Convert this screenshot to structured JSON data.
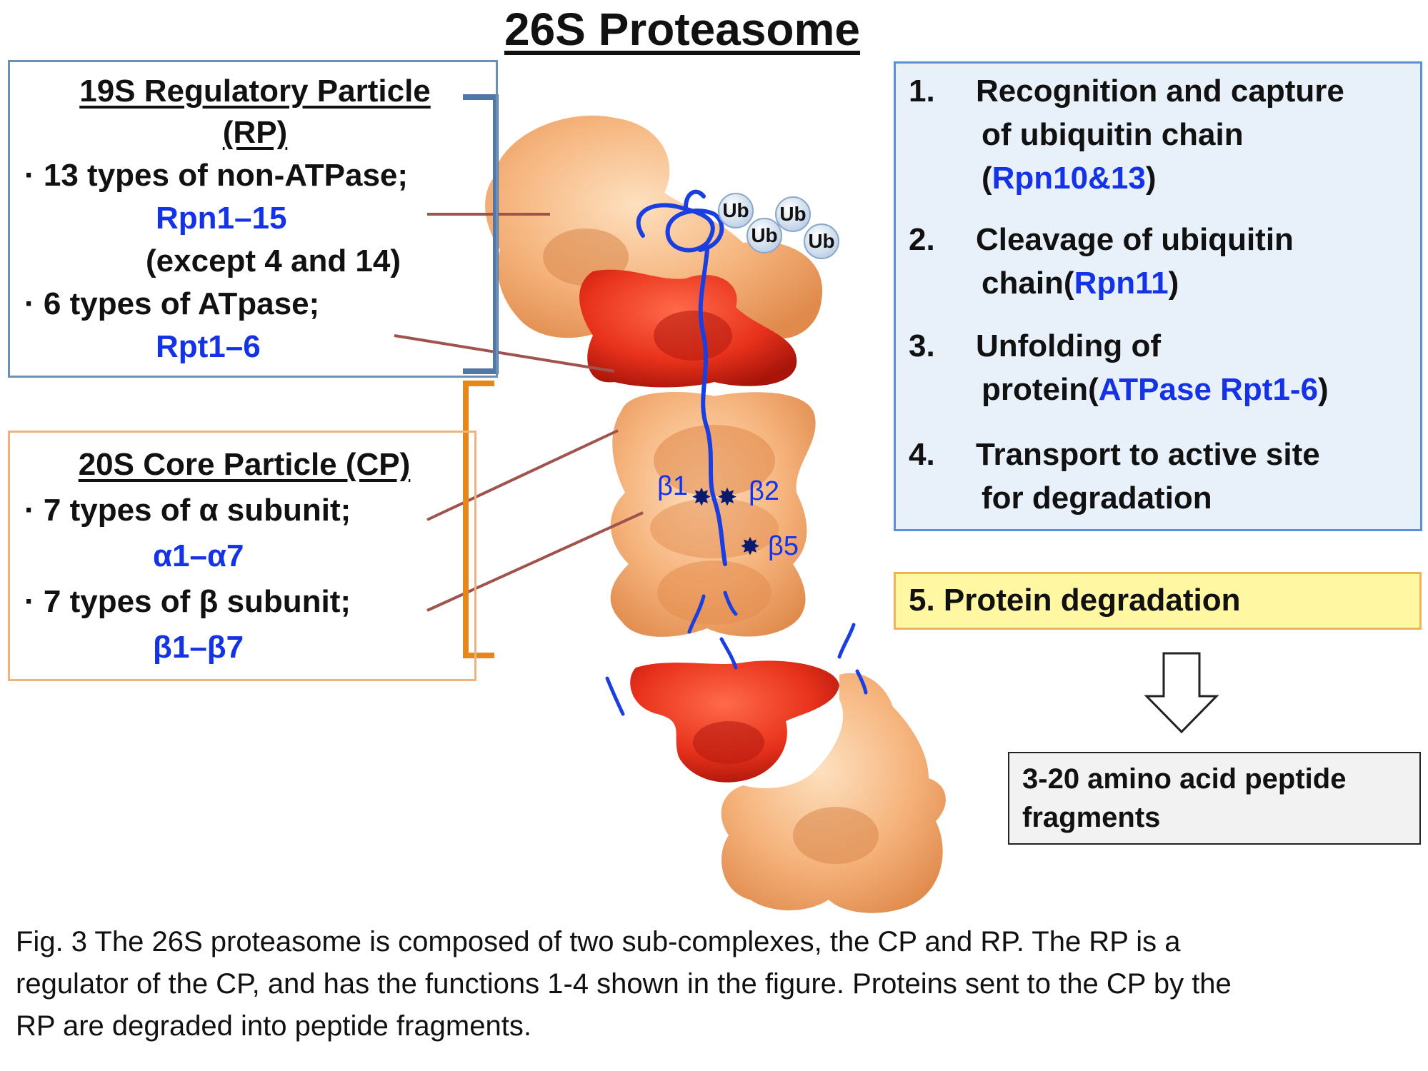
{
  "title": "26S Proteasome",
  "rp": {
    "heading_line1": "19S Regulatory Particle",
    "heading_line2": "(RP)",
    "bullet1": "· 13 types of non-ATPase;",
    "bullet1_value": "Rpn1–15",
    "bullet1_note": "(except 4 and 14)",
    "bullet2": "· 6 types of ATpase;",
    "bullet2_value": "Rpt1–6"
  },
  "cp": {
    "heading": "20S Core Particle (CP)",
    "bullet1": "· 7 types of α subunit;",
    "bullet1_value": "α1–α7",
    "bullet2": "· 7 types of β subunit;",
    "bullet2_value": "β1–β7"
  },
  "functions": [
    {
      "num": "1.",
      "line1": "Recognition and capture",
      "line2": "of ubiquitin chain",
      "line3_pre": "(",
      "line3_blue": "Rpn10&13",
      "line3_post": ")"
    },
    {
      "num": "2.",
      "line1": "Cleavage of ubiquitin",
      "line2_pre": "chain(",
      "line2_blue": "Rpn11",
      "line2_post": ")"
    },
    {
      "num": "3.",
      "line1": "Unfolding of",
      "line2_pre": "protein(",
      "line2_blue": "ATPase Rpt1-6",
      "line2_post": ")"
    },
    {
      "num": "4.",
      "line1": "Transport to active site",
      "line2": "for degradation"
    }
  ],
  "degradation": "5. Protein degradation",
  "fragments_line1": "3-20 amino acid peptide",
  "fragments_line2": "fragments",
  "ub_labels": [
    "Ub",
    "Ub",
    "Ub",
    "Ub"
  ],
  "beta_sites": [
    "β1",
    "β2",
    "β5"
  ],
  "caption_line1": "Fig. 3 The 26S proteasome is composed of two sub-complexes, the CP and RP. The RP is a",
  "caption_line2": "regulator of the CP, and has the functions 1-4 shown in the figure. Proteins sent to the CP by the",
  "caption_line3": "RP are degraded into peptide fragments.",
  "colors": {
    "rp_border": "#6d8fb5",
    "cp_border": "#efb27a",
    "rp_bracket": "#4f78a8",
    "cp_bracket": "#e8861a",
    "tan": "#f4b27a",
    "red": "#e8321c",
    "blue_text": "#1432e6",
    "chain": "#1a3ee0"
  }
}
